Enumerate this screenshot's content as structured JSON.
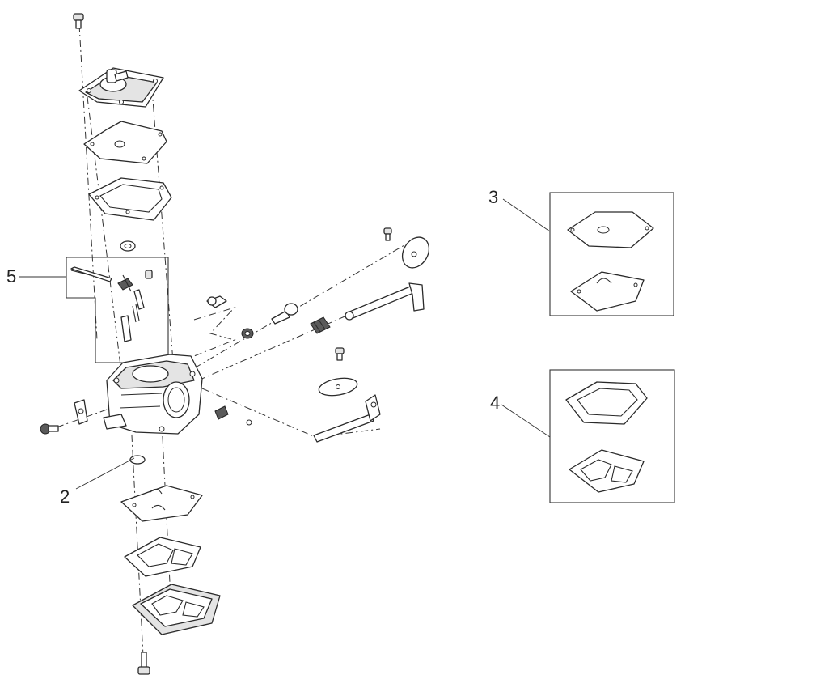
{
  "callouts": {
    "c2": "2",
    "c3": "3",
    "c4": "4",
    "c5": "5"
  },
  "colors": {
    "line": "#2a2a2a",
    "background": "#ffffff"
  }
}
